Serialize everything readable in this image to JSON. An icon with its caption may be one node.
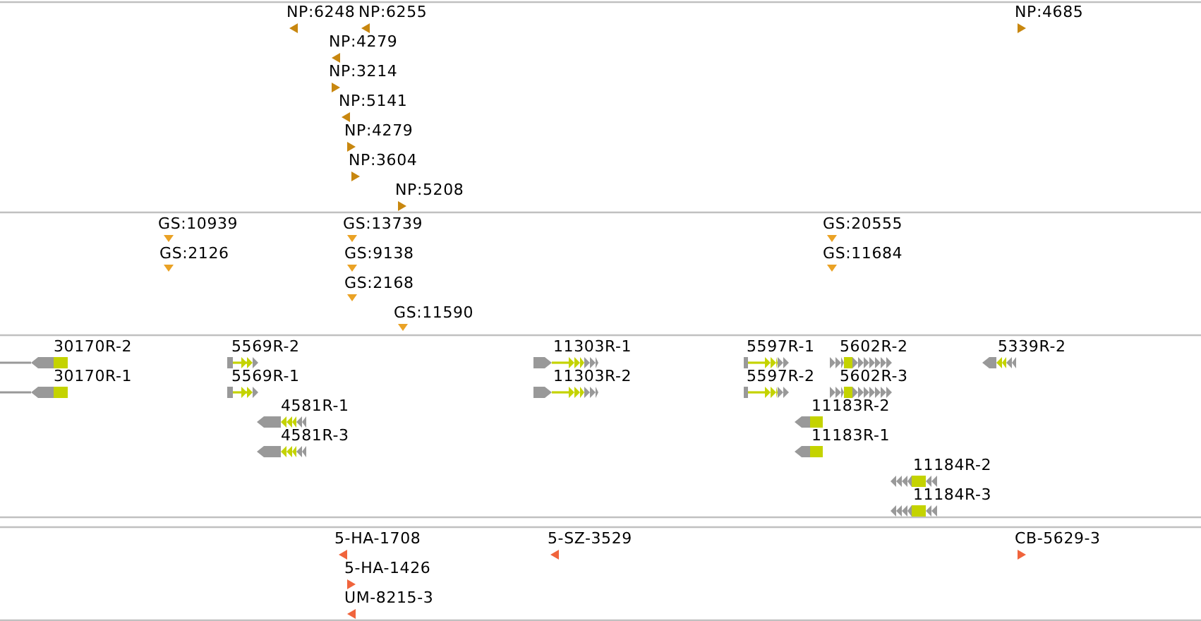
{
  "diagram": {
    "labels": [
      "NP:6248",
      "NP:6255",
      "NP:4685",
      "NP:4279",
      "NP:3214",
      "NP:5141",
      "NP:4279",
      "NP:3604",
      "NP:5208",
      "GS:10939",
      "GS:13739",
      "GS:20555",
      "GS:2126",
      "GS:9138",
      "GS:11684",
      "GS:2168",
      "GS:11590",
      "30170R-2",
      "5569R-2",
      "11303R-1",
      "5597R-1",
      "5602R-2",
      "5339R-2",
      "30170R-1",
      "5569R-1",
      "11303R-2",
      "5597R-2",
      "5602R-3",
      "4581R-1",
      "11183R-2",
      "4581R-3",
      "11183R-1",
      "11184R-2",
      "11184R-3",
      "5-HA-1708",
      "5-SZ-3529",
      "CB-5629-3",
      "5-HA-1426",
      "UM-8215-3"
    ]
  }
}
